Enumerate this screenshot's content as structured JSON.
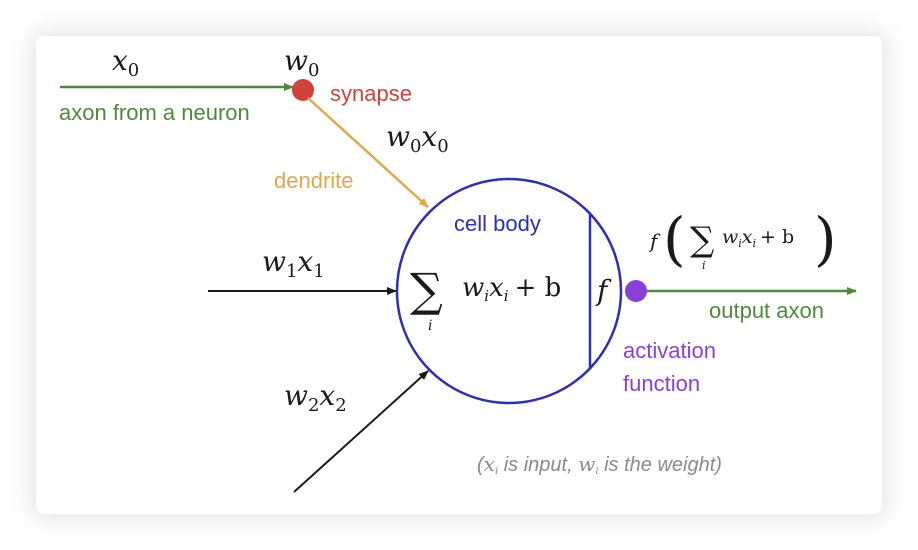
{
  "diagram": {
    "title": "Biological neuron / artificial neuron model",
    "colors": {
      "axon_green": "#4f8a3c",
      "synapse_red": "#d0433a",
      "dendrite_orange": "#e0a84a",
      "cell_blue": "#2e2eb8",
      "activation_purple": "#8a3fd6",
      "note_gray": "#8a8a8a",
      "ink": "#1a1a1a"
    },
    "inputs": [
      {
        "label": "x0",
        "weight": "w0",
        "product": "w0x0"
      },
      {
        "label": "w1x1"
      },
      {
        "label": "w2x2"
      }
    ],
    "labels": {
      "x0": "x",
      "x0_sub": "0",
      "w0": "w",
      "w0_sub": "0",
      "axon_from_neuron": "axon from a neuron",
      "synapse": "synapse",
      "w0x0_w": "w",
      "w0x0_x": "x",
      "sub0": "0",
      "dendrite": "dendrite",
      "cell_body": "cell body",
      "w1x1_w": "w",
      "w1x1_x": "x",
      "sub1": "1",
      "w2x2_w": "w",
      "w2x2_x": "x",
      "sub2": "2",
      "sum_symbol": "∑",
      "sum_index": "i",
      "sum_expr_w": "w",
      "sum_expr_x": "x",
      "sub_i": "i",
      "plus_b": "+ b",
      "f": "f",
      "output_f": "f",
      "open_paren": "(",
      "close_paren": ")",
      "output_axon": "output axon",
      "activation": "activation",
      "function": "function",
      "note_open": "(",
      "note_xi": "x",
      "note_is_input": " is input, ",
      "note_wi": "w",
      "note_is_weight": " is the weight)"
    }
  }
}
